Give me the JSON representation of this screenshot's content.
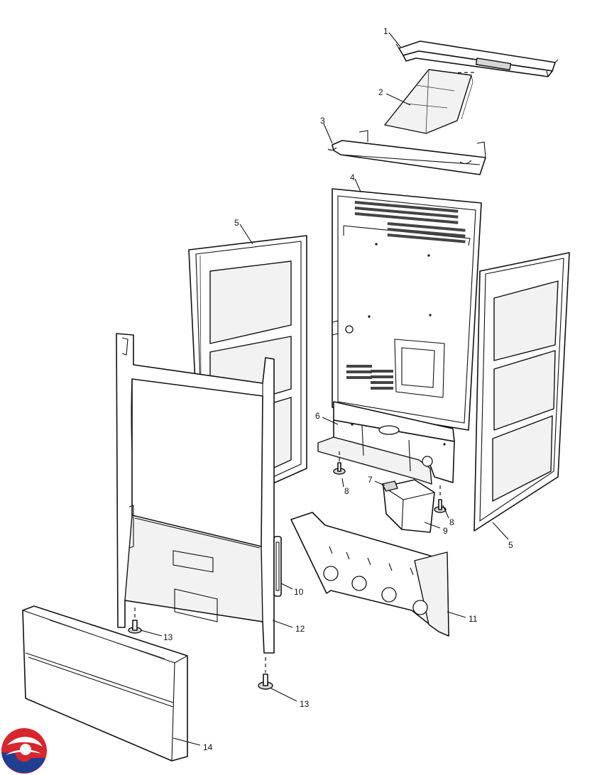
{
  "callouts": [
    {
      "id": "c1",
      "label": "1"
    },
    {
      "id": "c2",
      "label": "2"
    },
    {
      "id": "c3",
      "label": "3"
    },
    {
      "id": "c4",
      "label": "4"
    },
    {
      "id": "c5a",
      "label": "5"
    },
    {
      "id": "c5b",
      "label": "5"
    },
    {
      "id": "c6",
      "label": "6"
    },
    {
      "id": "c7",
      "label": "7"
    },
    {
      "id": "c8a",
      "label": "8"
    },
    {
      "id": "c8b",
      "label": "8"
    },
    {
      "id": "c9",
      "label": "9"
    },
    {
      "id": "c10",
      "label": "10"
    },
    {
      "id": "c11",
      "label": "11"
    },
    {
      "id": "c12",
      "label": "12"
    },
    {
      "id": "c13a",
      "label": "13"
    },
    {
      "id": "c13b",
      "label": "13"
    },
    {
      "id": "c14",
      "label": "14"
    }
  ],
  "colors": {
    "line": "#111111",
    "logo_red": "#d7262e",
    "logo_blue": "#1f3f93"
  },
  "logo": {
    "icon": "parts-logo-icon"
  }
}
